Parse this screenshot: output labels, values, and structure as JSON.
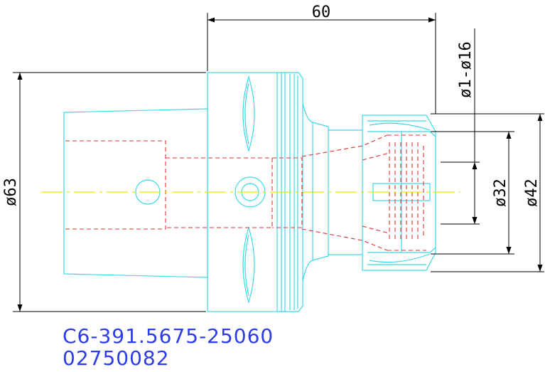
{
  "part_number": "C6-391.5675-25060",
  "order_code": "02750082",
  "dimensions": {
    "length": "60",
    "flange_diameter": "ø63",
    "collet_range": "ø1-ø16",
    "nut_inner_diameter": "ø32",
    "nut_outer_diameter": "ø42"
  },
  "colors": {
    "outline": "#3cd8e8",
    "hidden": "#e53030",
    "centerline": "#e6e600",
    "dimension": "#000000",
    "label": "#2c3ce6"
  }
}
